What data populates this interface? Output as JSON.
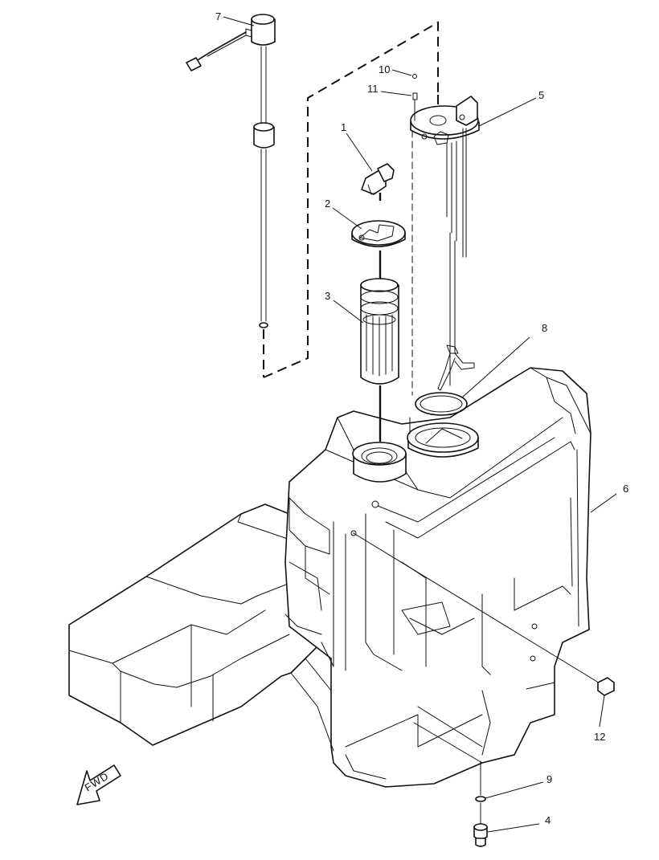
{
  "diagram": {
    "callouts": [
      {
        "id": "1",
        "text": "1"
      },
      {
        "id": "2",
        "text": "2"
      },
      {
        "id": "3",
        "text": "3"
      },
      {
        "id": "4",
        "text": "4"
      },
      {
        "id": "5",
        "text": "5"
      },
      {
        "id": "6",
        "text": "6"
      },
      {
        "id": "7",
        "text": "7"
      },
      {
        "id": "8",
        "text": "8"
      },
      {
        "id": "9",
        "text": "9"
      },
      {
        "id": "10",
        "text": "10"
      },
      {
        "id": "11",
        "text": "11"
      },
      {
        "id": "12",
        "text": "12"
      }
    ],
    "direction_arrow": {
      "text": "FWD"
    }
  }
}
